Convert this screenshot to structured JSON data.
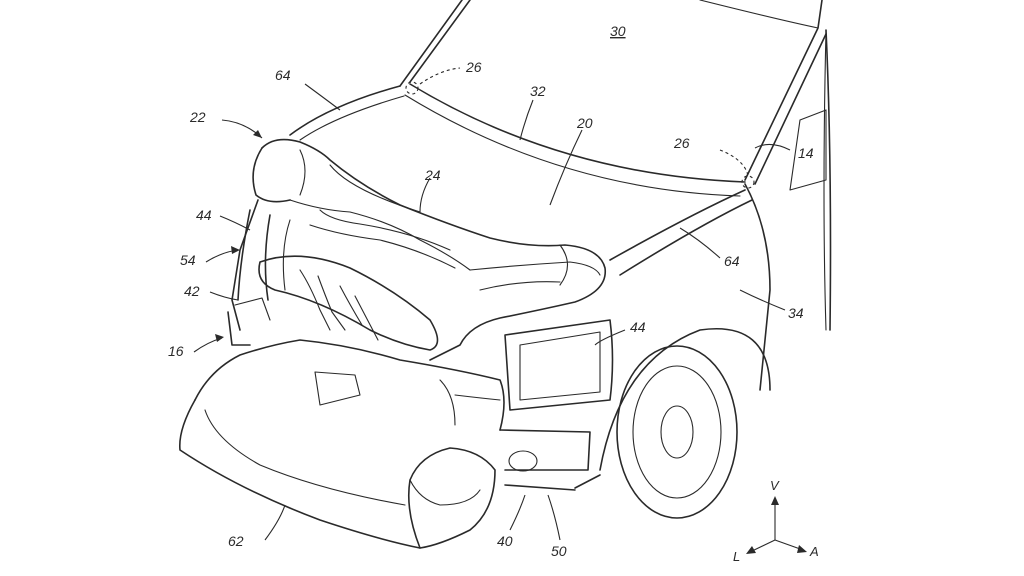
{
  "figure": {
    "reference_numerals": {
      "hood": "20",
      "airbag_assembly": "22",
      "airbag": "24",
      "pivot_left": "26",
      "pivot_right": "26",
      "vehicle": "30",
      "windshield": "32",
      "fender": "34",
      "door": "14",
      "bumper_assembly": "16",
      "lower_airbag": "40",
      "grille_panel": "42",
      "headlamp_left": "44",
      "headlamp_right": "44",
      "front_end": "54",
      "lower_bumper": "50",
      "lower_cushion": "62",
      "tether_left": "64",
      "tether_right": "64"
    },
    "axes": {
      "vertical": "V",
      "lateral": "L",
      "axial": "A"
    }
  }
}
